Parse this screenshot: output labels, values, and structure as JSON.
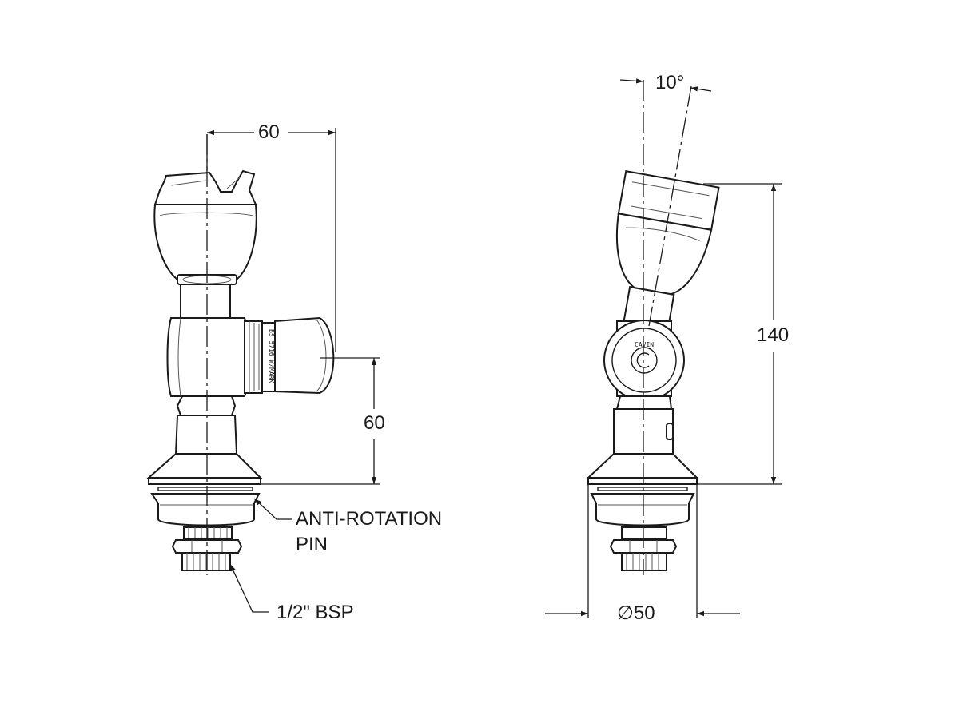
{
  "views": {
    "side": {
      "dim_width": "60",
      "dim_height": "60",
      "callout_pin": "ANTI-ROTATION",
      "callout_pin_line2": "PIN",
      "callout_thread": "1/2\" BSP",
      "knob_marking": "BS 5716 W/MARK"
    },
    "front": {
      "dim_angle": "10°",
      "dim_height": "140",
      "dim_diameter": "50",
      "diameter_symbol": "∅",
      "knob_marking": "CAVIN"
    }
  }
}
